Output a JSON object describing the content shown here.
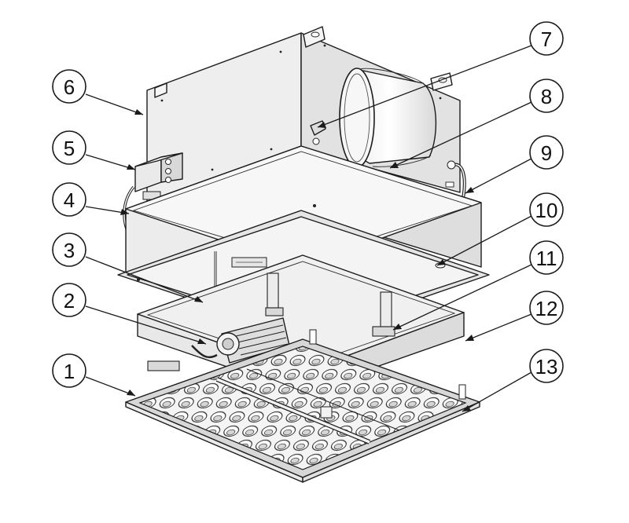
{
  "callouts": [
    {
      "id": "1",
      "label": "1"
    },
    {
      "id": "2",
      "label": "2"
    },
    {
      "id": "3",
      "label": "3"
    },
    {
      "id": "4",
      "label": "4"
    },
    {
      "id": "5",
      "label": "5"
    },
    {
      "id": "6",
      "label": "6"
    },
    {
      "id": "7",
      "label": "7"
    },
    {
      "id": "8",
      "label": "8"
    },
    {
      "id": "9",
      "label": "9"
    },
    {
      "id": "10",
      "label": "10"
    },
    {
      "id": "11",
      "label": "11"
    },
    {
      "id": "12",
      "label": "12"
    },
    {
      "id": "13",
      "label": "13"
    }
  ],
  "colors": {
    "line": "#1a1a1a",
    "panel_light": "#f1f1f1",
    "panel_mid": "#e4e4e4",
    "panel_dark": "#cfcfcf",
    "background": "#ffffff"
  }
}
